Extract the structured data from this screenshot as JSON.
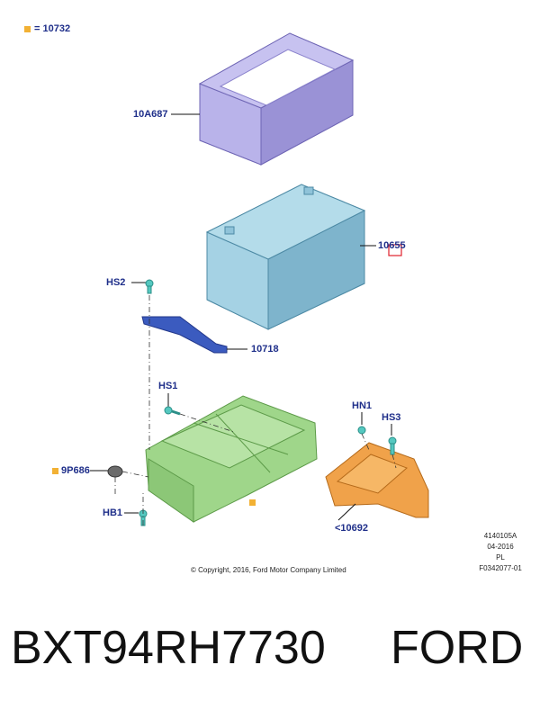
{
  "legend": {
    "marker_color": "#f2b134",
    "text": "= 10732"
  },
  "labels": {
    "cover": "10A687",
    "battery": "10655",
    "hs2": "HS2",
    "clamp": "10718",
    "hs1": "HS1",
    "hn1": "HN1",
    "hs3": "HS3",
    "nut": "9P686",
    "tray_bracket": "<10692",
    "hb1": "HB1"
  },
  "colors": {
    "label": "#1f2f8a",
    "cover": "#a9a2e0",
    "battery": "#8fc3d9",
    "clamp": "#3b5bbf",
    "tray": "#9fd68a",
    "bracket": "#f0a24a",
    "fastener": "#55c8c0",
    "highlight": "#e0202b"
  },
  "meta": {
    "line1": "4140105A",
    "line2": "04-2016",
    "line3": "PL",
    "line4": "F0342077-01"
  },
  "copyright": "© Copyright, 2016, Ford Motor Company Limited",
  "footer": {
    "part_number": "BXT94RH7730",
    "brand": "FORD"
  }
}
